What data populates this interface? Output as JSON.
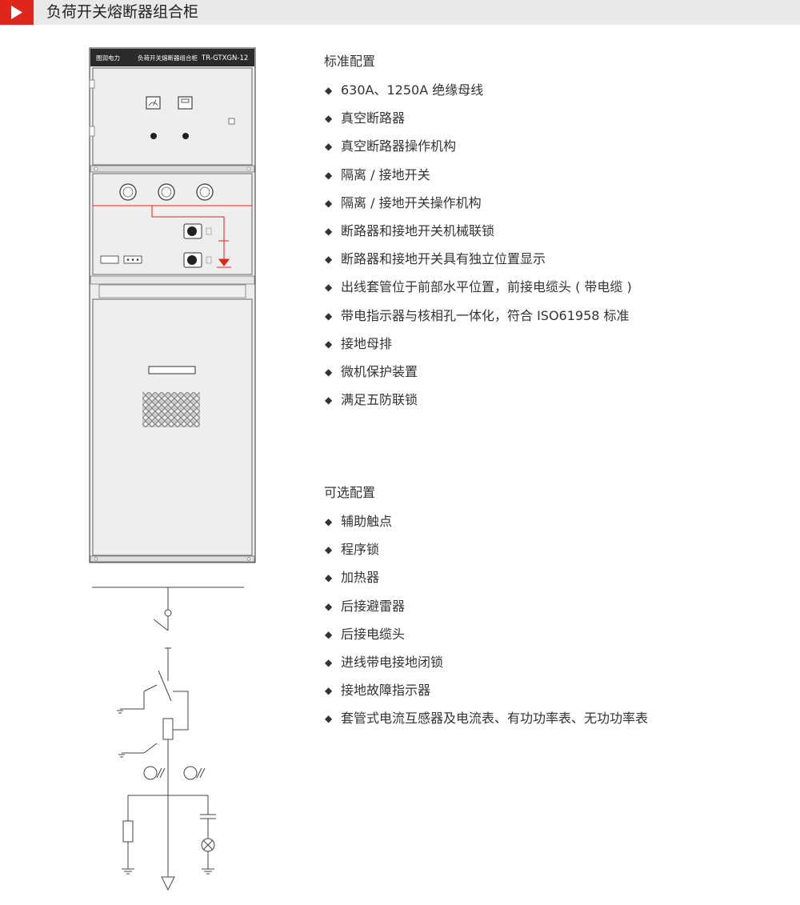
{
  "header": {
    "title": "负荷开关熔断器组合柜",
    "accent": "#e0251b"
  },
  "cabinet": {
    "brand": "图润电力",
    "product": "负荷开关熔断器组合柜",
    "model": "TR-GTXGN-12"
  },
  "standard": {
    "title": "标准配置",
    "items": [
      "630A、1250A 绝缘母线",
      "真空断路器",
      "真空断路器操作机构",
      "隔离 / 接地开关",
      "隔离 / 接地开关操作机构",
      "断路器和接地开关机械联锁",
      "断路器和接地开关具有独立位置显示",
      "出线套管位于前部水平位置，前接电缆头 ( 带电缆 )",
      "带电指示器与核相孔一体化，符合 ISO61958 标准",
      "接地母排",
      "微机保护装置",
      "满足五防联锁"
    ]
  },
  "optional": {
    "title": "可选配置",
    "items": [
      "辅助触点",
      "程序锁",
      "加热器",
      "后接避雷器",
      "后接电缆头",
      "进线带电接地闭锁",
      "接地故障指示器",
      "套管式电流互感器及电流表、有功功率表、无功功率表"
    ]
  }
}
